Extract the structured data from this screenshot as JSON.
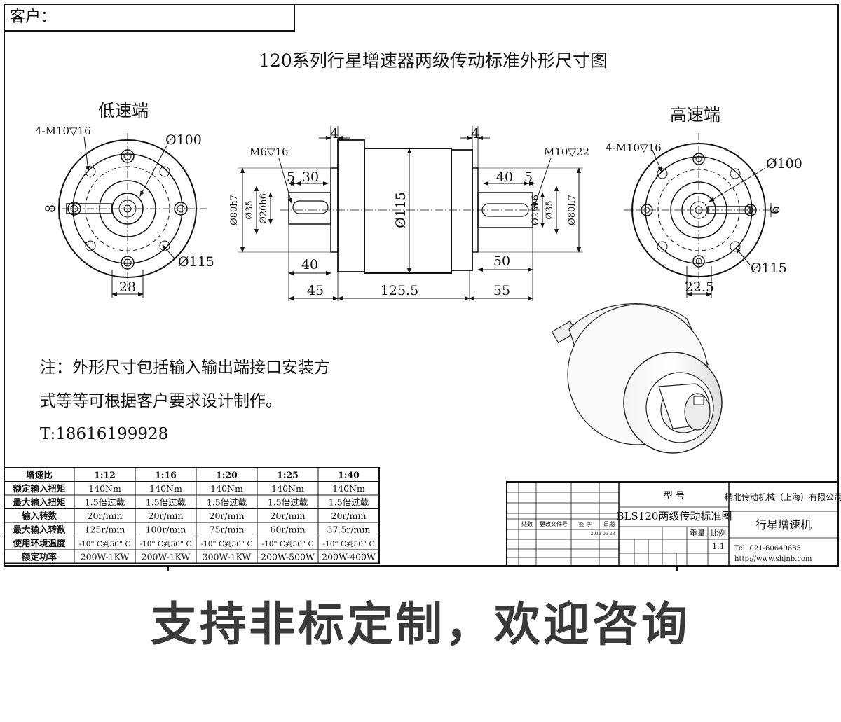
{
  "client_label": "客户：",
  "title": "120系列行星增速器两级传动标准外形尺寸图",
  "low_end": {
    "title": "低速端",
    "holes": "4-M10▽16",
    "dia_pcd": "Ø100",
    "dia_outer": "Ø115",
    "width": "28",
    "key": "8"
  },
  "high_end": {
    "title": "高速端",
    "holes": "4-M10▽16",
    "dia_pcd": "Ø100",
    "dia_outer": "Ø115",
    "width": "22.5",
    "key": "6"
  },
  "side_view": {
    "flange_left": "4",
    "flange_right": "4",
    "tap_left": "M6▽16",
    "tap_right": "M10▽22",
    "key_left_offset": "5",
    "key_left_len": "30",
    "key_right_len": "40",
    "key_right_offset": "5",
    "dia_left_spigot": "Ø80h7",
    "dia_left_boss": "Ø35",
    "dia_left_shaft": "Ø20h6",
    "dia_body": "Ø115",
    "dia_right_shaft": "Ø25h6",
    "dia_right_boss": "Ø35",
    "dia_right_spigot": "Ø80h7",
    "shaft_left_len": "40",
    "shaft_right_len": "50",
    "len_left": "45",
    "len_body": "125.5",
    "len_right": "55"
  },
  "note": {
    "line1": "注：外形尺寸包括输入输出端接口安装方",
    "line2": "式等等可根据客户要求设计制作。",
    "phone": "T:18616199928"
  },
  "spec_table": {
    "header": [
      "增速比",
      "1:12",
      "1:16",
      "1:20",
      "1:25",
      "1:40"
    ],
    "rows": [
      [
        "额定输入扭矩",
        "140Nm",
        "140Nm",
        "140Nm",
        "140Nm",
        "140Nm"
      ],
      [
        "最大输入扭矩",
        "1.5倍过载",
        "1.5倍过载",
        "1.5倍过载",
        "1.5倍过载",
        "1.5倍过载"
      ],
      [
        "输入转数",
        "20r/min",
        "20r/min",
        "20r/min",
        "20r/min",
        "20r/min"
      ],
      [
        "最大输入转数",
        "125r/min",
        "100r/min",
        "75r/min",
        "60r/min",
        "37.5r/min"
      ],
      [
        "使用环境温度",
        "-10° C到50° C",
        "-10° C到50° C",
        "-10° C到50° C",
        "-10° C到50° C",
        "-10° C到50° C"
      ],
      [
        "额定功率",
        "200W-1KW",
        "200W-1KW",
        "300W-1KW",
        "200W-500W",
        "200W-400W"
      ]
    ]
  },
  "title_block": {
    "col_labels": [
      "处数",
      "更改文件号",
      "签 字",
      "日期"
    ],
    "date": "2012-06-28",
    "model_label": "型 号",
    "model": "BLS120两级传动标准图",
    "weight_label": "重量",
    "scale_label": "比例",
    "scale": "1:1",
    "company": "精北传动机械（上海）有限公司",
    "product": "行星增速机",
    "tel": "Tel: 021-60649685",
    "url": "http://www.shjnb.com"
  },
  "slogan": "支持非标定制，欢迎咨询"
}
